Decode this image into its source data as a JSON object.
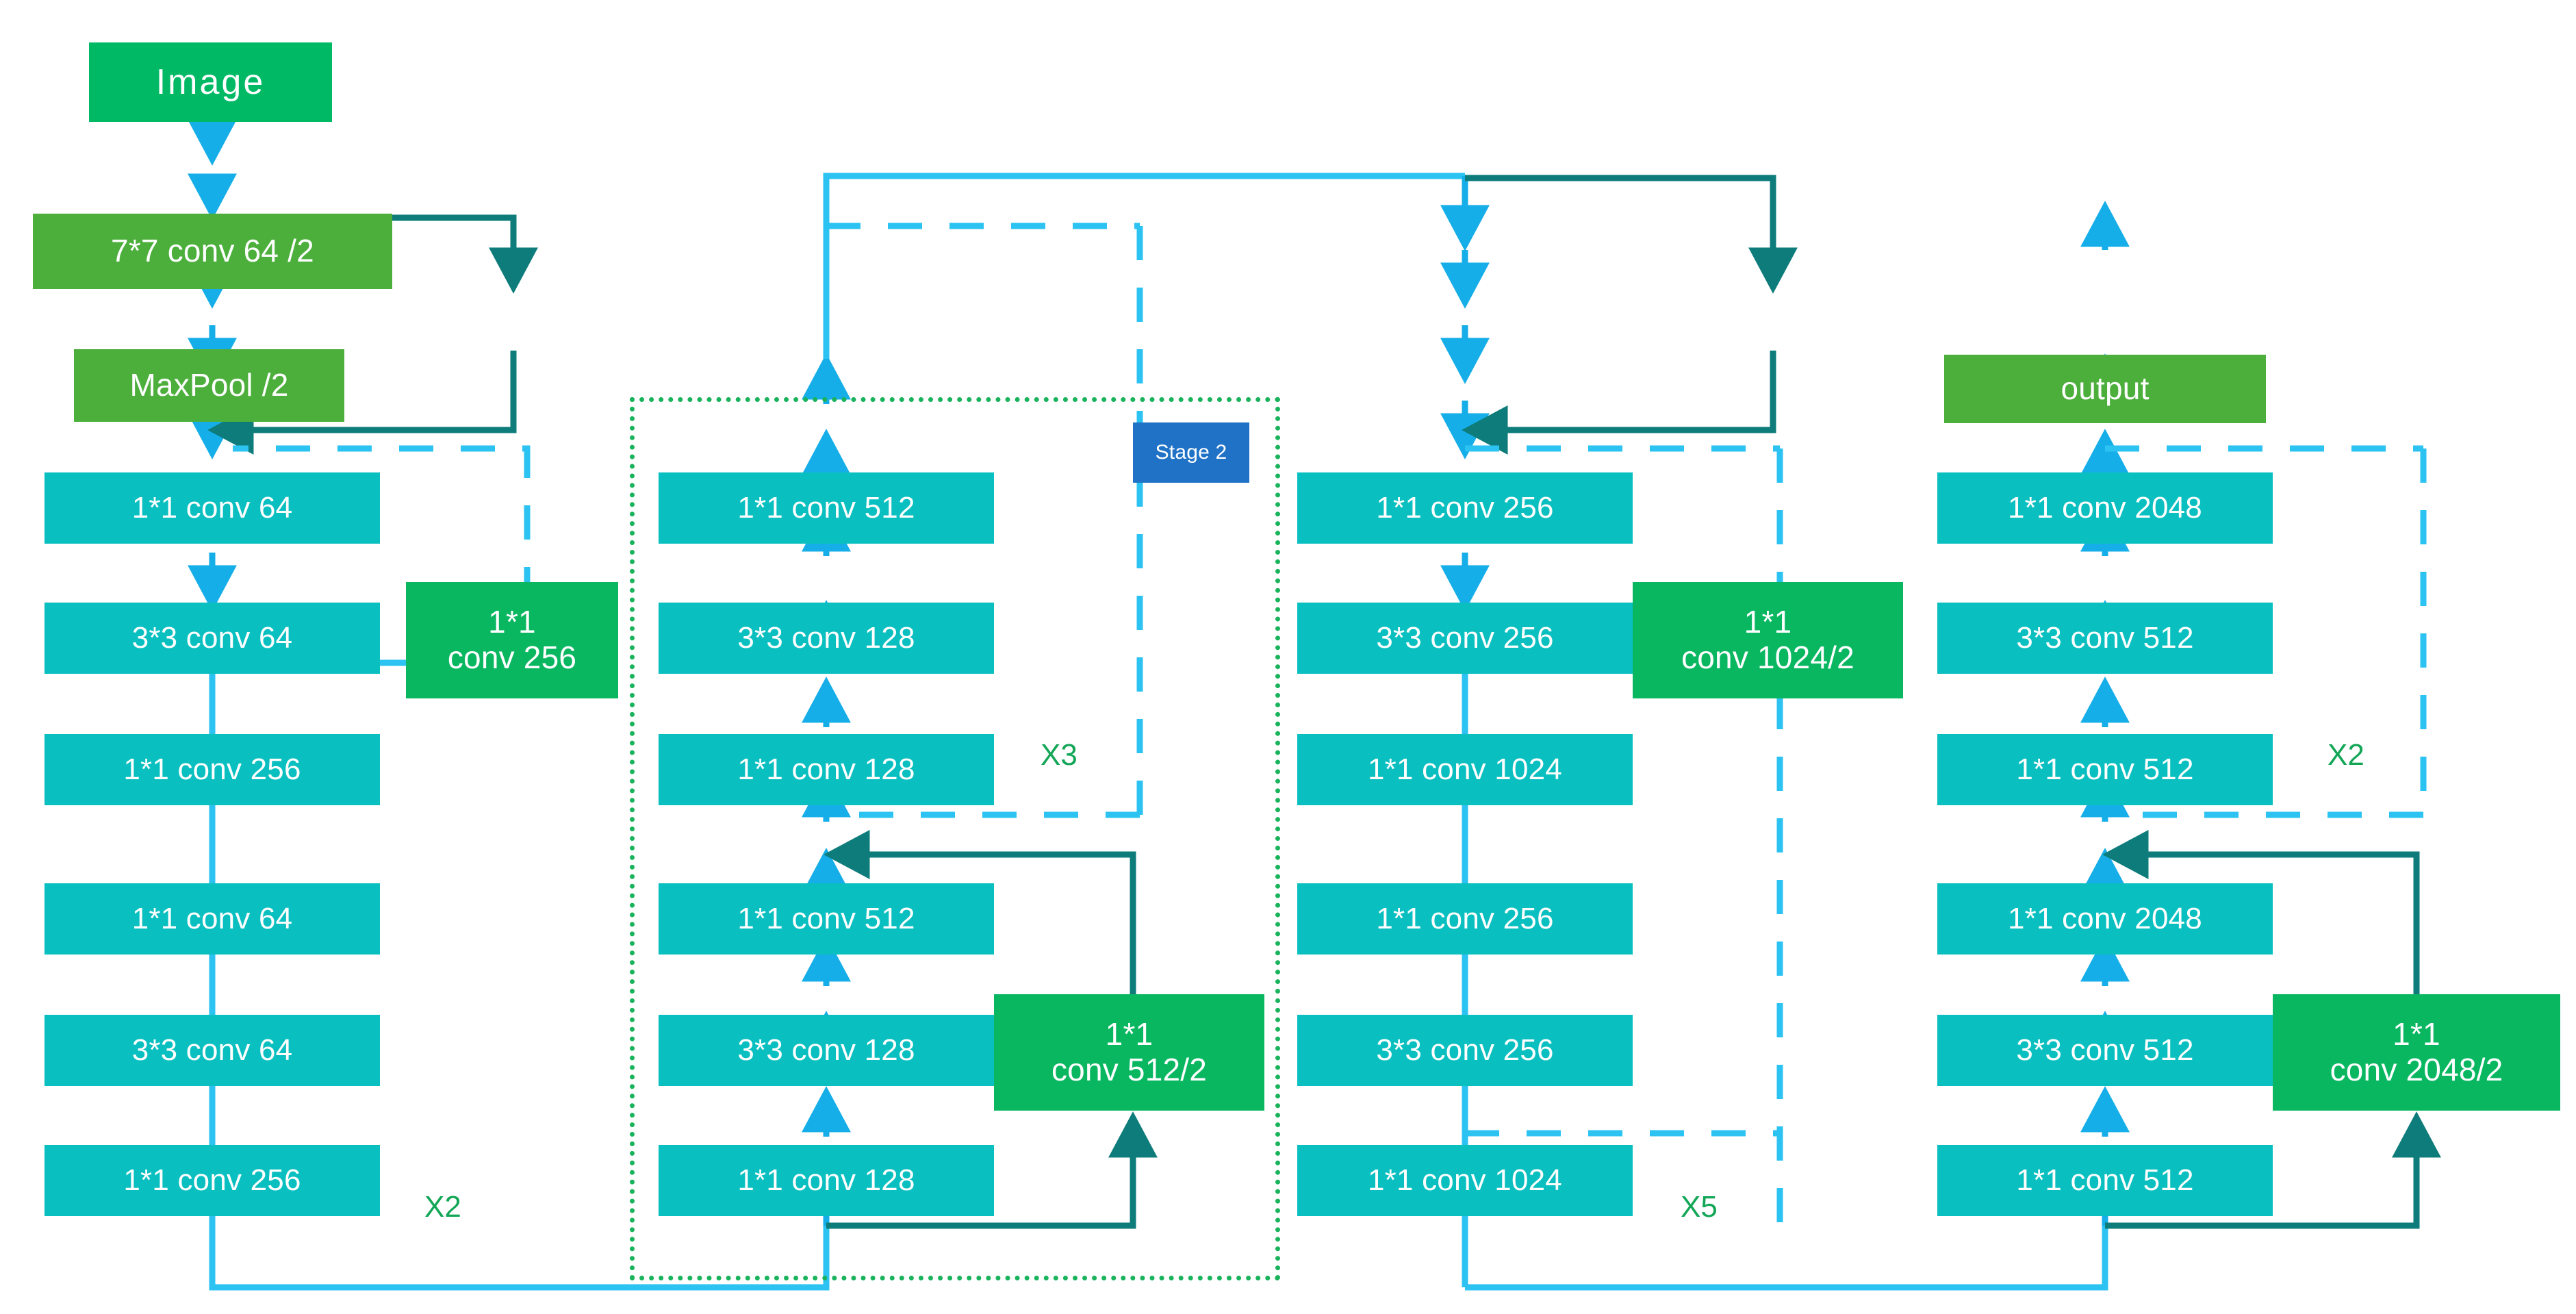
{
  "diagram": {
    "title": "ResNet-like bottleneck network architecture",
    "colors": {
      "conv_block": "#0ABFC0",
      "shortcut_conv": "#0AB761",
      "stem_block": "#4CAF3C",
      "image_block": "#00B964",
      "stage_badge": "#1F72C6",
      "arrow_light": "#15AEE8",
      "arrow_dark": "#0E7C7B",
      "repeat_label": "#13A657",
      "stage_border": "#19B35C"
    }
  },
  "stem": {
    "image_label": "Image",
    "conv7x7_label": "7*7 conv 64 /2",
    "maxpool_label": "MaxPool /2"
  },
  "stage_badge": {
    "label": "Stage 2"
  },
  "columns": [
    {
      "name": "stage1",
      "repeat_label": "X2",
      "blocks_top": [
        "1*1 conv 64",
        "3*3 conv 64",
        "1*1 conv 256"
      ],
      "blocks_bottom": [
        "1*1 conv 64",
        "3*3 conv 64",
        "1*1 conv 256"
      ],
      "shortcut": "1*1\nconv 256"
    },
    {
      "name": "stage2",
      "repeat_label": "X3",
      "blocks_top": [
        "1*1 conv 512",
        "3*3 conv 128",
        "1*1 conv 128"
      ],
      "blocks_bottom": [
        "1*1 conv 512",
        "3*3 conv 128",
        "1*1 conv 128"
      ],
      "shortcut": "1*1\nconv 512/2"
    },
    {
      "name": "stage3",
      "repeat_label": "X5",
      "blocks_top": [
        "1*1 conv 256",
        "3*3 conv 256",
        "1*1 conv 1024"
      ],
      "blocks_bottom": [
        "1*1 conv 256",
        "3*3 conv 256",
        "1*1 conv 1024"
      ],
      "shortcut": "1*1\nconv 1024/2"
    },
    {
      "name": "stage4",
      "repeat_label": "X2",
      "blocks_top": [
        "1*1 conv 2048",
        "3*3 conv 512",
        "1*1 conv 512"
      ],
      "blocks_bottom": [
        "1*1 conv 2048",
        "3*3 conv 512",
        "1*1 conv 512"
      ],
      "shortcut": "1*1\nconv 2048/2"
    }
  ],
  "output": {
    "label": "output"
  }
}
